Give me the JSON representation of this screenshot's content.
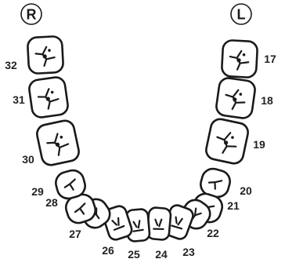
{
  "side_markers": {
    "right": "R",
    "left": "L"
  },
  "teeth": [
    {
      "number": "17",
      "kind": "molar"
    },
    {
      "number": "18",
      "kind": "molar"
    },
    {
      "number": "19",
      "kind": "molar"
    },
    {
      "number": "20",
      "kind": "premolar"
    },
    {
      "number": "21",
      "kind": "premolar"
    },
    {
      "number": "22",
      "kind": "canine"
    },
    {
      "number": "23",
      "kind": "incisor"
    },
    {
      "number": "24",
      "kind": "incisor"
    },
    {
      "number": "25",
      "kind": "incisor"
    },
    {
      "number": "26",
      "kind": "incisor"
    },
    {
      "number": "27",
      "kind": "canine"
    },
    {
      "number": "28",
      "kind": "premolar"
    },
    {
      "number": "29",
      "kind": "premolar"
    },
    {
      "number": "30",
      "kind": "molar"
    },
    {
      "number": "31",
      "kind": "molar"
    },
    {
      "number": "32",
      "kind": "molar"
    }
  ]
}
